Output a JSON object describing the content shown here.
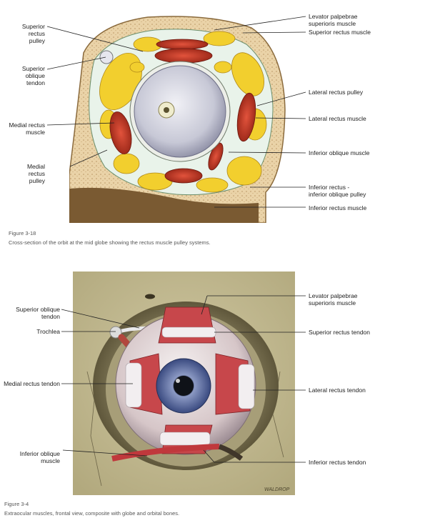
{
  "figure1": {
    "labels": {
      "superior_rectus_pulley": "Superior\nrectus\npulley",
      "superior_oblique_tendon": "Superior\noblique\ntendon",
      "medial_rectus_muscle": "Medial rectus\nmuscle",
      "medial_rectus_pulley": "Medial\nrectus\npulley",
      "levator": "Levator palpebrae\nsuperioris muscle",
      "superior_rectus_muscle": "Superior rectus muscle",
      "lateral_rectus_pulley": "Lateral rectus pulley",
      "lateral_rectus_muscle": "Lateral rectus muscle",
      "inferior_oblique_muscle": "Inferior oblique muscle",
      "inferior_rectus_oblique_pulley": "Inferior rectus -\ninferior oblique pulley",
      "inferior_rectus_muscle": "Inferior rectus muscle"
    },
    "caption_number": "Figure 3-18",
    "caption_text": "Cross-section of the orbit at the mid globe showing the rectus muscle pulley systems."
  },
  "figure2": {
    "labels": {
      "superior_oblique_tendon": "Superior oblique\ntendon",
      "trochlea": "Trochlea",
      "medial_rectus_tendon": "Medial rectus tendon",
      "inferior_oblique_muscle": "Inferior oblique\nmuscle",
      "levator": "Levator palpebrae\nsuperioris muscle",
      "superior_rectus_tendon": "Superior rectus tendon",
      "lateral_rectus_tendon": "Lateral rectus tendon",
      "inferior_rectus_tendon": "Inferior rectus tendon"
    },
    "artist_signature": "WALDROP",
    "caption_number": "Figure 3-4",
    "caption_text": "Extraocular muscles, frontal view, composite with globe and orbital bones."
  },
  "colors": {
    "fat": "#f2cf2e",
    "muscle": "#c63a2a",
    "bone": "#e8cfa4",
    "sclera": "#cfd0dc",
    "iris": "#5a6a98"
  }
}
